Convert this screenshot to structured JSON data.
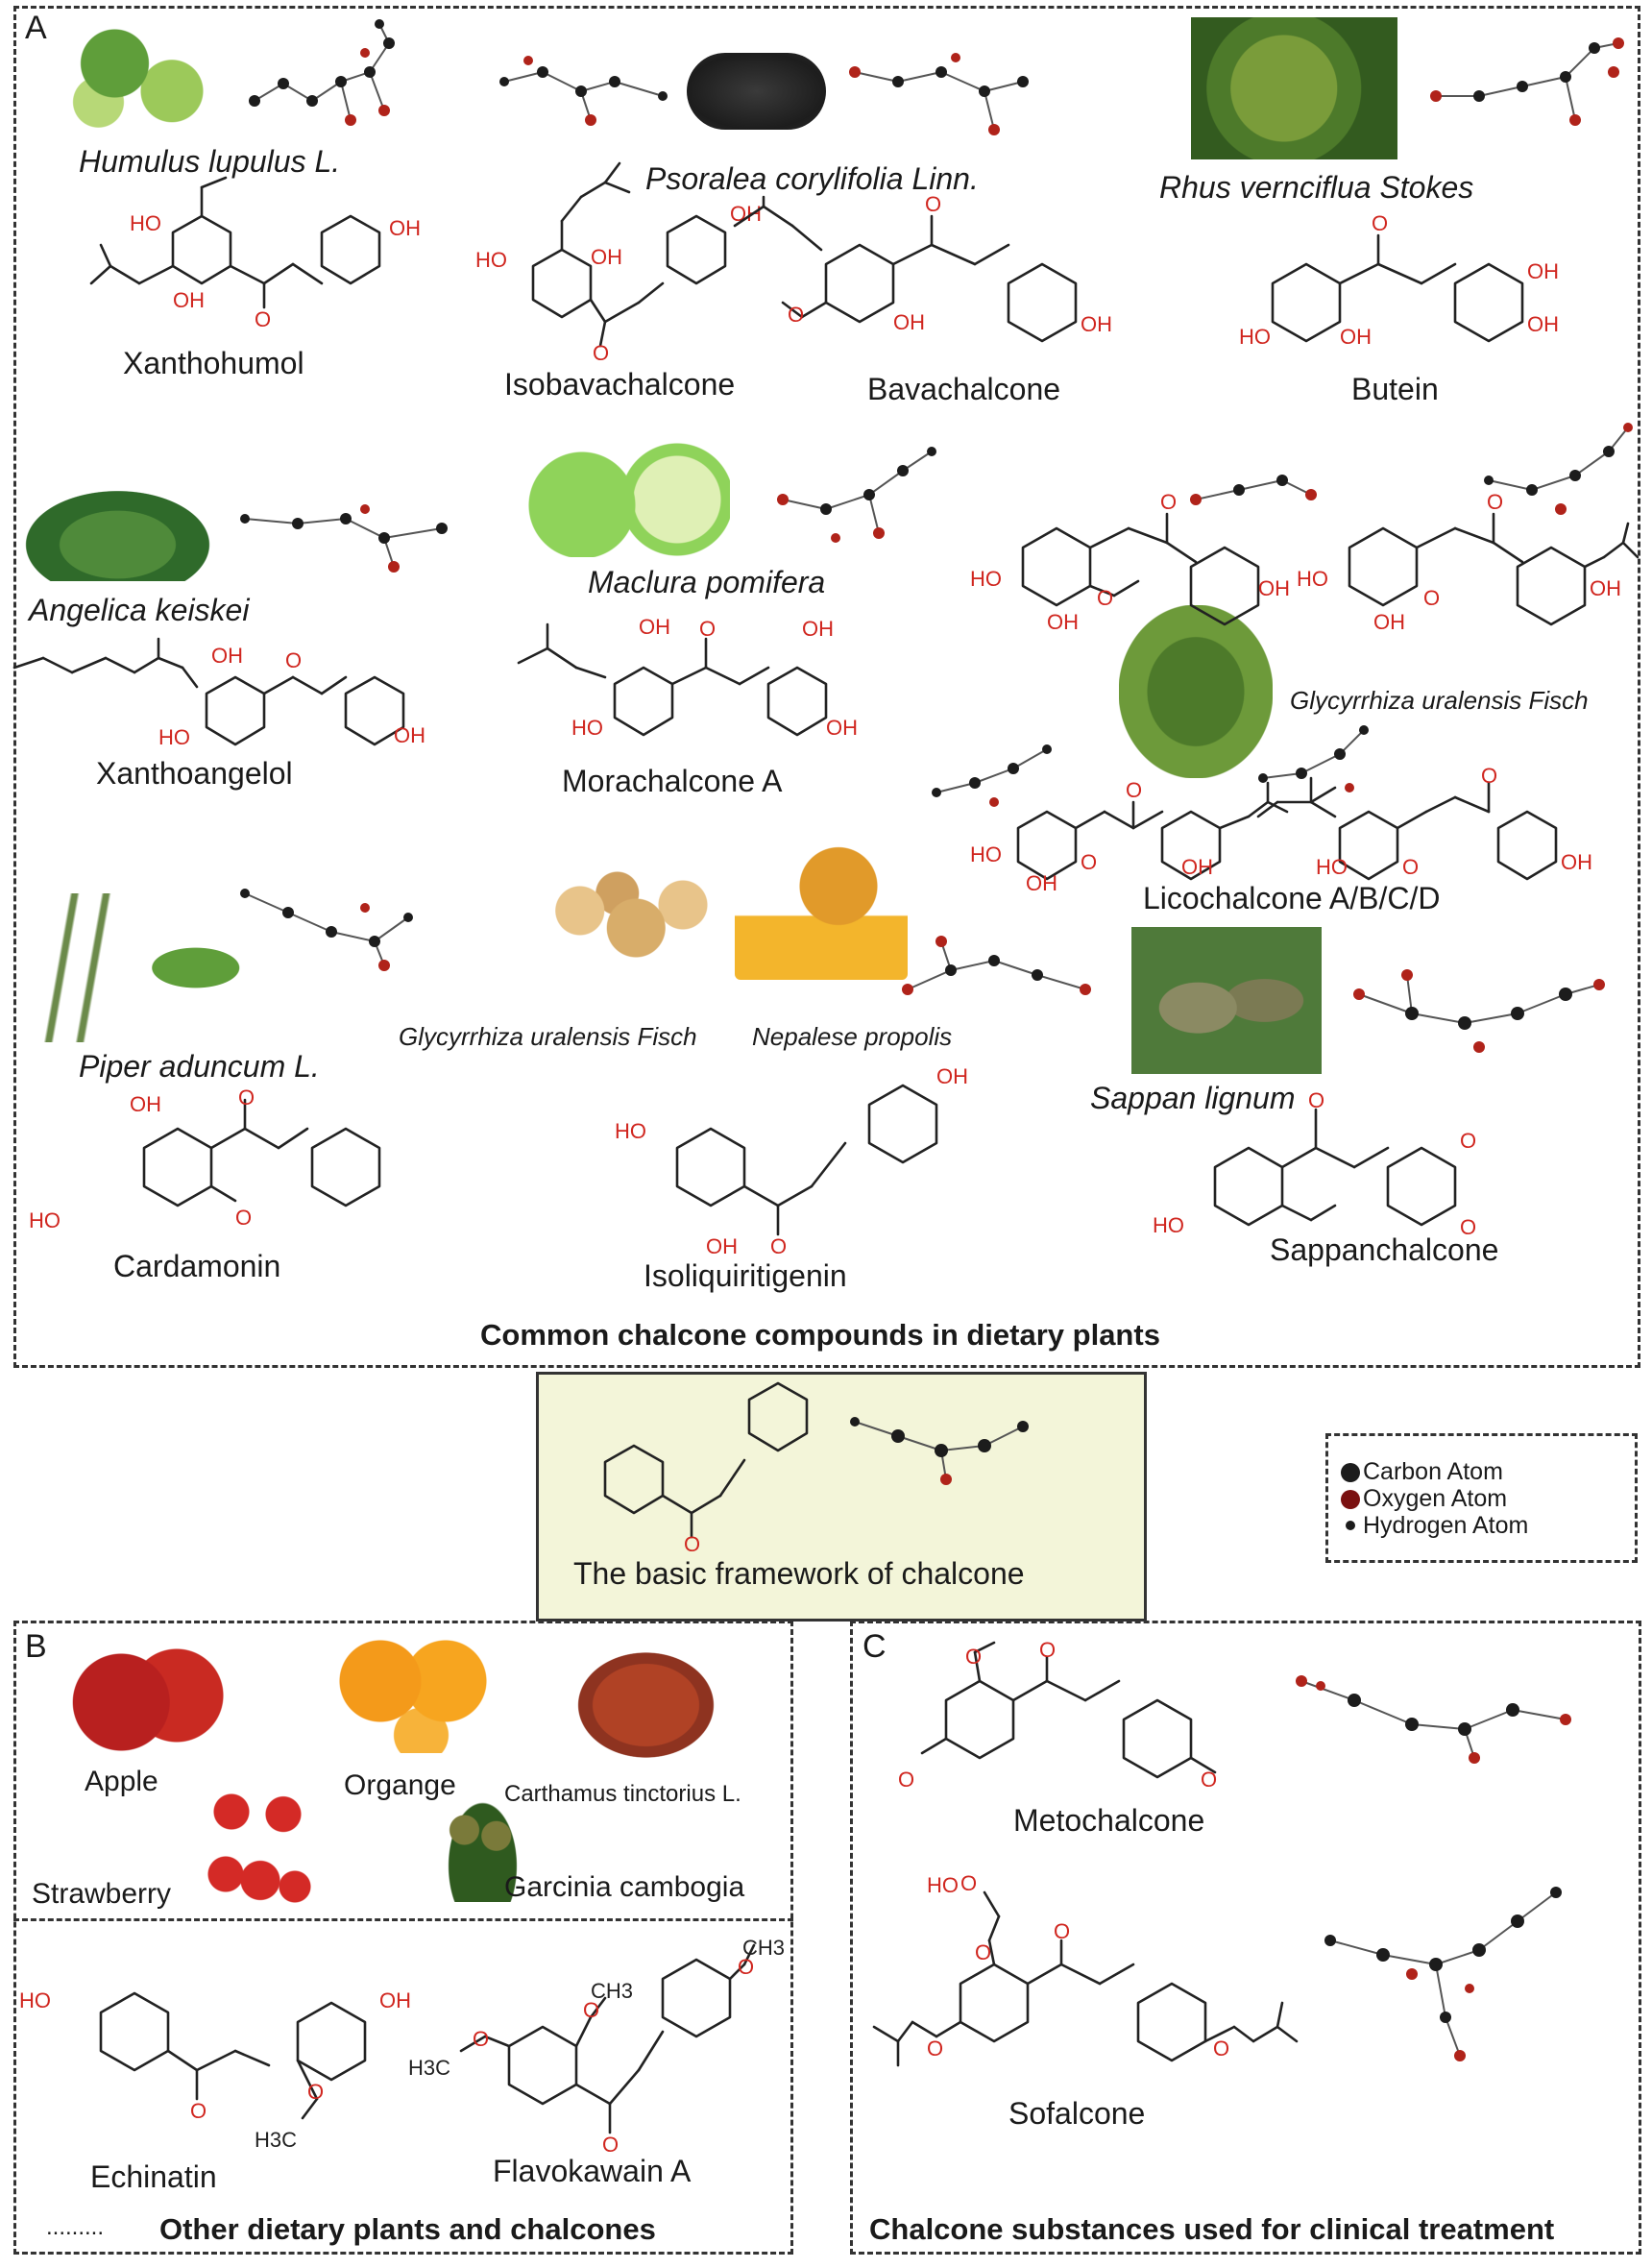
{
  "panels": {
    "a": {
      "label": "A",
      "caption": "Common chalcone compounds in dietary plants"
    },
    "center": {
      "caption": "The basic framework of chalcone"
    },
    "b": {
      "label": "B",
      "caption": "Other dietary plants and chalcones",
      "ellipsis": "........."
    },
    "c": {
      "label": "C",
      "caption": "Chalcone substances used for clinical treatment"
    }
  },
  "legend": {
    "carbon": "Carbon Atom",
    "oxygen": "Oxygen Atom",
    "hydrogen": "Hydrogen Atom"
  },
  "sources_a": {
    "humulus": "Humulus lupulus L.",
    "psoralea": "Psoralea corylifolia Linn.",
    "rhus": "Rhus vernciflua Stokes",
    "angelica": "Angelica keiskei",
    "maclura": "Maclura pomifera",
    "glycyrrhiza_top": "Glycyrrhiza uralensis Fisch",
    "piper": "Piper aduncum L.",
    "glycyrrhiza_bottom": "Glycyrrhiza uralensis Fisch",
    "propolis": "Nepalese propolis",
    "sappan": "Sappan lignum"
  },
  "compounds_a": {
    "xanthohumol": "Xanthohumol",
    "isobavachalcone": "Isobavachalcone",
    "bavachalcone": "Bavachalcone",
    "butein": "Butein",
    "xanthoangelol": "Xanthoangelol",
    "morachalcone": "Morachalcone A",
    "licochalcone": "Licochalcone A/B/C/D",
    "cardamonin": "Cardamonin",
    "isoliquiritigenin": "Isoliquiritigenin",
    "sappanchalcone": "Sappanchalcone"
  },
  "plants_b": {
    "apple": "Apple",
    "orange": "Organge",
    "carthamus": "Carthamus tinctorius L.",
    "strawberry": "Strawberry",
    "garcinia": "Garcinia cambogia"
  },
  "compounds_b": {
    "echinatin": "Echinatin",
    "flavokawain": "Flavokawain A"
  },
  "compounds_c": {
    "metochalcone": "Metochalcone",
    "sofalcone": "Sofalcone"
  },
  "atoms": {
    "oh": "OH",
    "ho": "HO",
    "o": "O",
    "ch3": "CH3",
    "h3c": "H3C",
    "ho_acid": "HO"
  },
  "colors": {
    "oxygen_label": "#d0261f",
    "center_box": "#f3f5d9",
    "carbon_ball": "#1c1c1c",
    "oxygen_ball": "#7a1010"
  }
}
